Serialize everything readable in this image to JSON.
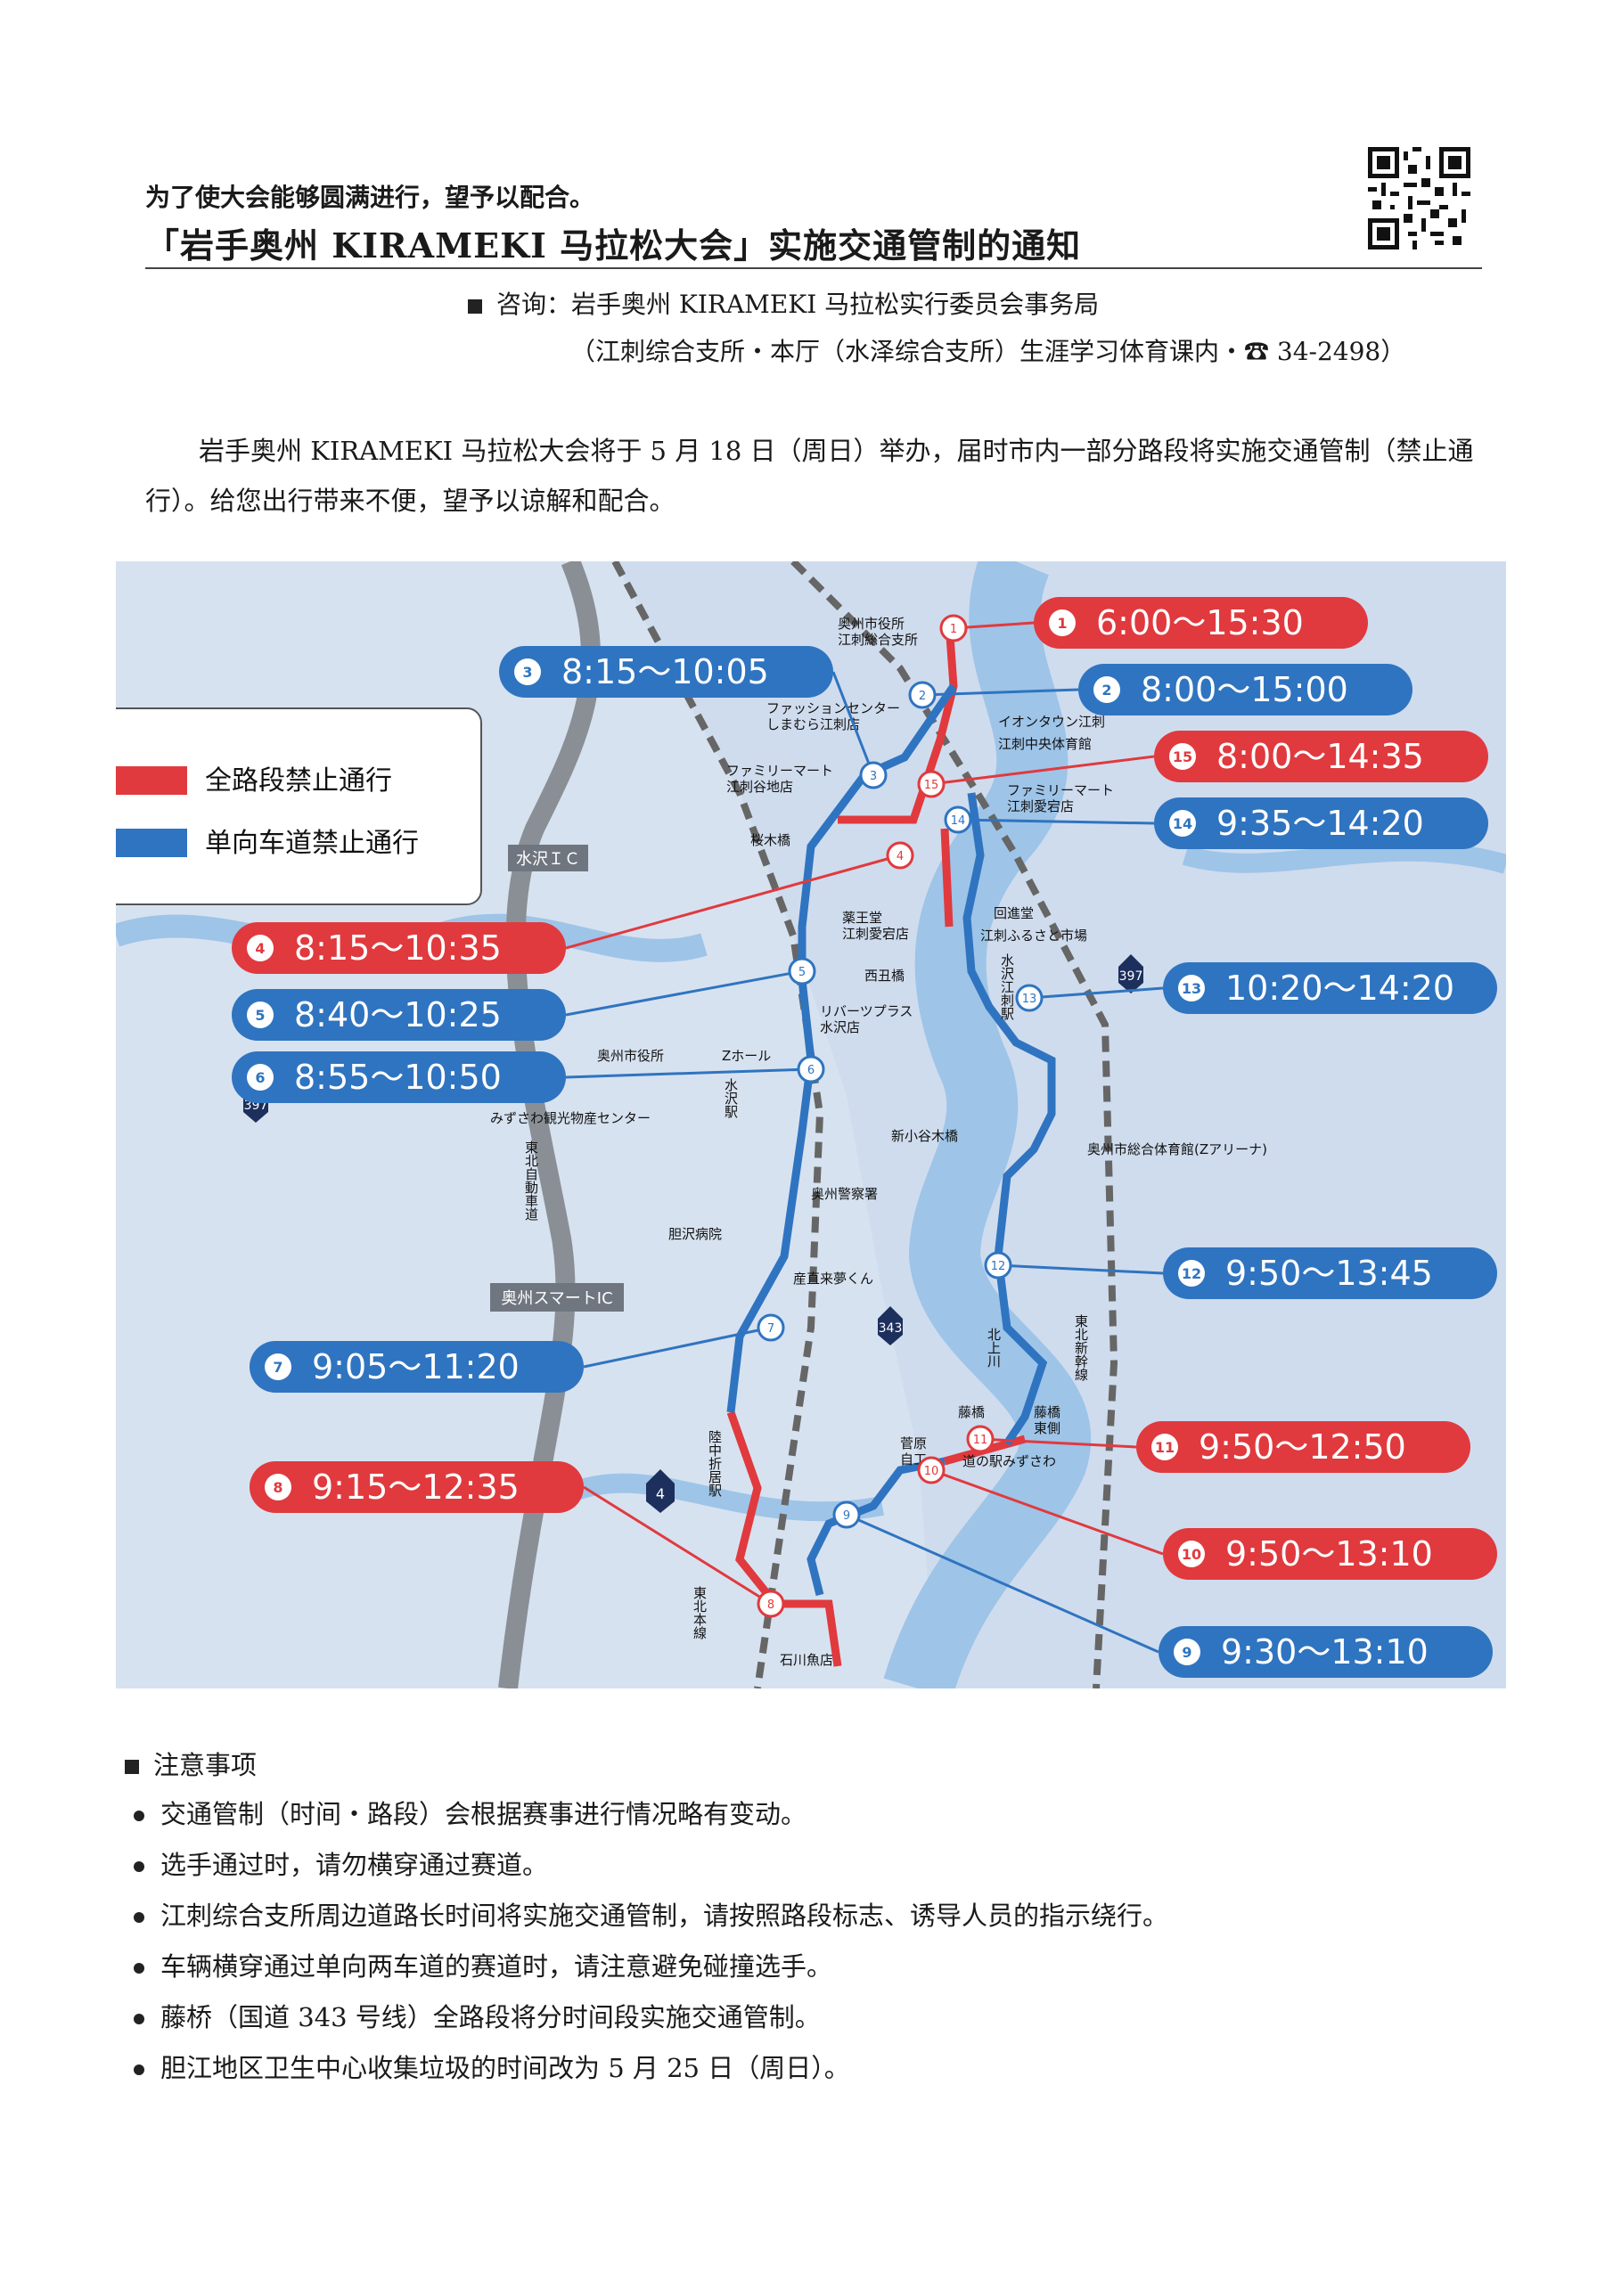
{
  "header": {
    "pre_title": "为了使大会能够圆满进行，望予以配合。",
    "title": "「岩手奥州 KIRAMEKI 马拉松大会」实施交通管制的通知",
    "contact_line1": "咨询：岩手奥州 KIRAMEKI 马拉松实行委员会事务局",
    "contact_line2": "（江刺综合支所・本厅（水泽综合支所）生涯学习体育课内・☎ 34-2498）"
  },
  "intro": "岩手奥州 KIRAMEKI 马拉松大会将于 5 月 18 日（周日）举办，届时市内一部分路段将实施交通管制（禁止通行）。给您出行带来不便，望予以谅解和配合。",
  "map": {
    "legend": {
      "full_closure": "全路段禁止通行",
      "one_way": "单向车道禁止通行",
      "full_color": "#e03a3e",
      "oneway_color": "#2f74c0"
    },
    "badges": [
      {
        "num": "1",
        "time": "6:00～15:30",
        "type": "red"
      },
      {
        "num": "2",
        "time": "8:00～15:00",
        "type": "blue"
      },
      {
        "num": "3",
        "time": "8:15～10:05",
        "type": "blue"
      },
      {
        "num": "4",
        "time": "8:15～10:35",
        "type": "red"
      },
      {
        "num": "5",
        "time": "8:40～10:25",
        "type": "blue"
      },
      {
        "num": "6",
        "time": "8:55～10:50",
        "type": "blue"
      },
      {
        "num": "7",
        "time": "9:05～11:20",
        "type": "blue"
      },
      {
        "num": "8",
        "time": "9:15～12:35",
        "type": "red"
      },
      {
        "num": "9",
        "time": "9:30～13:10",
        "type": "blue"
      },
      {
        "num": "10",
        "time": "9:50～13:10",
        "type": "red"
      },
      {
        "num": "11",
        "time": "9:50～12:50",
        "type": "red"
      },
      {
        "num": "12",
        "time": "9:50～13:45",
        "type": "blue"
      },
      {
        "num": "13",
        "time": "10:20～14:20",
        "type": "blue"
      },
      {
        "num": "14",
        "time": "9:35～14:20",
        "type": "blue"
      },
      {
        "num": "15",
        "time": "8:00～14:35",
        "type": "red"
      }
    ],
    "places": {
      "oshu_office_esashi": "奥州市役所\n江刺総合支所",
      "fashion": "ファッションセンター\nしまむら江刺店",
      "aeon": "イオンタウン江刺",
      "gym": "江刺中央体育館",
      "familymart_yanagi": "ファミリーマート\n江刺谷地店",
      "familymart_atago": "ファミリーマート\n江刺愛宕店",
      "sakuragi": "桜木橋",
      "yakuodo": "薬王堂\n江刺愛宕店",
      "kaishindo": "回進堂",
      "furusato": "江刺ふるさと市場",
      "nishidebashi": "西丑橋",
      "rivers": "リバーツプラス\n水沢店",
      "oshu_office": "奥州市役所",
      "zhall": "Zホール",
      "mizusawa_sta": "水沢駅",
      "mizusawa_esashi_sta": "水沢江刺駅",
      "kankou": "みずさわ観光物産センター",
      "police": "奥州警察署",
      "tanzawa": "胆沢病院",
      "sanchoku": "産直来夢くん",
      "shinkoyagi": "新小谷木橋",
      "arena": "奥州市総合体育館(Zアリーナ)",
      "kitakami": "北上川",
      "fujibashi": "藤橋",
      "fujibashi_east": "藤橋\n東側",
      "sugawara": "菅原\n自工",
      "michinoeki": "道の駅みずさわ",
      "ishikawa": "石川魚店",
      "mizusawa_ic": "水沢ＩＣ",
      "oshu_smart_ic": "奥州スマートIC",
      "tohoku_exp": "東北自動車道",
      "tohoku_line": "東北本線",
      "tohoku_shinkansen": "東北新幹線",
      "rikuchu": "陸中折居駅",
      "route397": "397",
      "route343": "343",
      "route4": "4"
    }
  },
  "notes": {
    "heading": "注意事项",
    "items": [
      "交通管制（时间・路段）会根据赛事进行情况略有变动。",
      "选手通过时，请勿横穿通过赛道。",
      "江刺综合支所周边道路长时间将实施交通管制，请按照路段标志、诱导人员的指示绕行。",
      "车辆横穿通过单向两车道的赛道时，请注意避免碰撞选手。",
      "藤桥（国道 343 号线）全路段将分时间段实施交通管制。",
      "胆江地区卫生中心收集垃圾的时间改为 5 月 25 日（周日）。"
    ]
  }
}
